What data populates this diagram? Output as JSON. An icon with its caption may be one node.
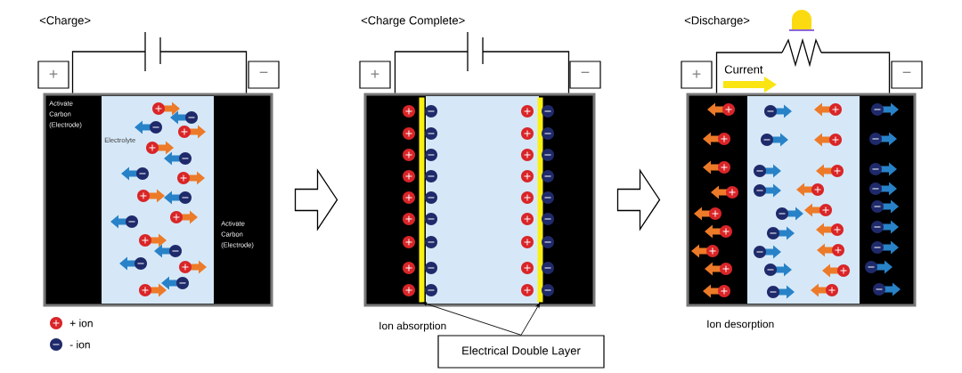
{
  "diagram": {
    "nodes": [
      {
        "text": [
          "+"
        ]
      },
      {
        "text": [
          "−"
        ]
      },
      {
        "text": [
          "Activate Carbon (Electrode)",
          "Electrolyte",
          "Activate Carbon (Electrode)"
        ]
      },
      {
        "text": [
          "+"
        ]
      },
      {
        "text": [
          "−"
        ]
      },
      {
        "text": [],
        "shape": "box"
      },
      {
        "text": [],
        "shape": "bar",
        "in": 5
      },
      {
        "text": [],
        "shape": "bar",
        "in": 5
      },
      {
        "text": [
          "Electrical Double Layer"
        ]
      },
      {
        "text": [
          "+"
        ]
      },
      {
        "text": [
          "−"
        ]
      },
      {
        "text": [],
        "shape": "box",
        "beside": [
          "Ion desorption"
        ]
      },
      {
        "text": [],
        "shape": "battery"
      },
      {
        "text": [],
        "shape": "battery"
      },
      {
        "text": [],
        "shape": "resistor"
      }
    ],
    "edges": [
      {
        "from": 2,
        "to": 5,
        "arrow": "to",
        "style": "thick"
      },
      {
        "from": 5,
        "to": 11,
        "arrow": "to",
        "style": "thick"
      },
      {
        "from": 8,
        "to": 6,
        "arrow": "to"
      },
      {
        "from": 8,
        "to": 7,
        "arrow": "to"
      },
      {
        "from": 2,
        "to": 12,
        "arrow": "none"
      },
      {
        "from": 2,
        "to": 12,
        "arrow": "none"
      },
      {
        "from": 5,
        "to": 13,
        "arrow": "none"
      },
      {
        "from": 5,
        "to": 13,
        "arrow": "none"
      },
      {
        "from": 11,
        "to": 14,
        "arrow": "none"
      },
      {
        "from": 11,
        "to": 14,
        "arrow": "none"
      }
    ],
    "labels": [
      "<Charge>",
      "<Charge Complete>",
      "<Discharge>",
      "Current",
      "Ion absorption"
    ],
    "legend": [
      {
        "text": "+ ion",
        "color": "#d92528"
      },
      {
        "text": "- ion",
        "color": "#1f2a6b"
      }
    ]
  }
}
